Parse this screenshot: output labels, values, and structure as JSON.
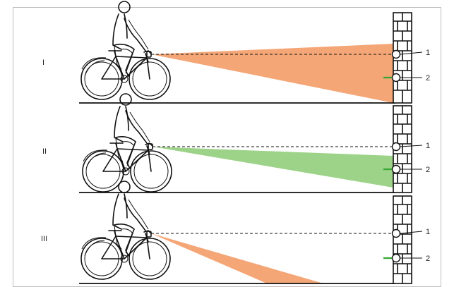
{
  "scenes": [
    {
      "label": "I",
      "beam": "too-high",
      "beam_color": "#f5a677",
      "markers": [
        "1",
        "2"
      ]
    },
    {
      "label": "II",
      "beam": "correct",
      "beam_color": "#9dd389",
      "markers": [
        "1",
        "2"
      ]
    },
    {
      "label": "III",
      "beam": "too-low",
      "beam_color": "#f5a677",
      "markers": [
        "1",
        "2"
      ]
    }
  ],
  "colors": {
    "orange_beam": "#f5a677",
    "green_beam": "#9dd389",
    "green_mark": "#3aaa35",
    "line": "#111111"
  },
  "icons": [
    "cyclist-icon",
    "bicycle-icon",
    "headlight-icon",
    "brick-wall-icon"
  ]
}
